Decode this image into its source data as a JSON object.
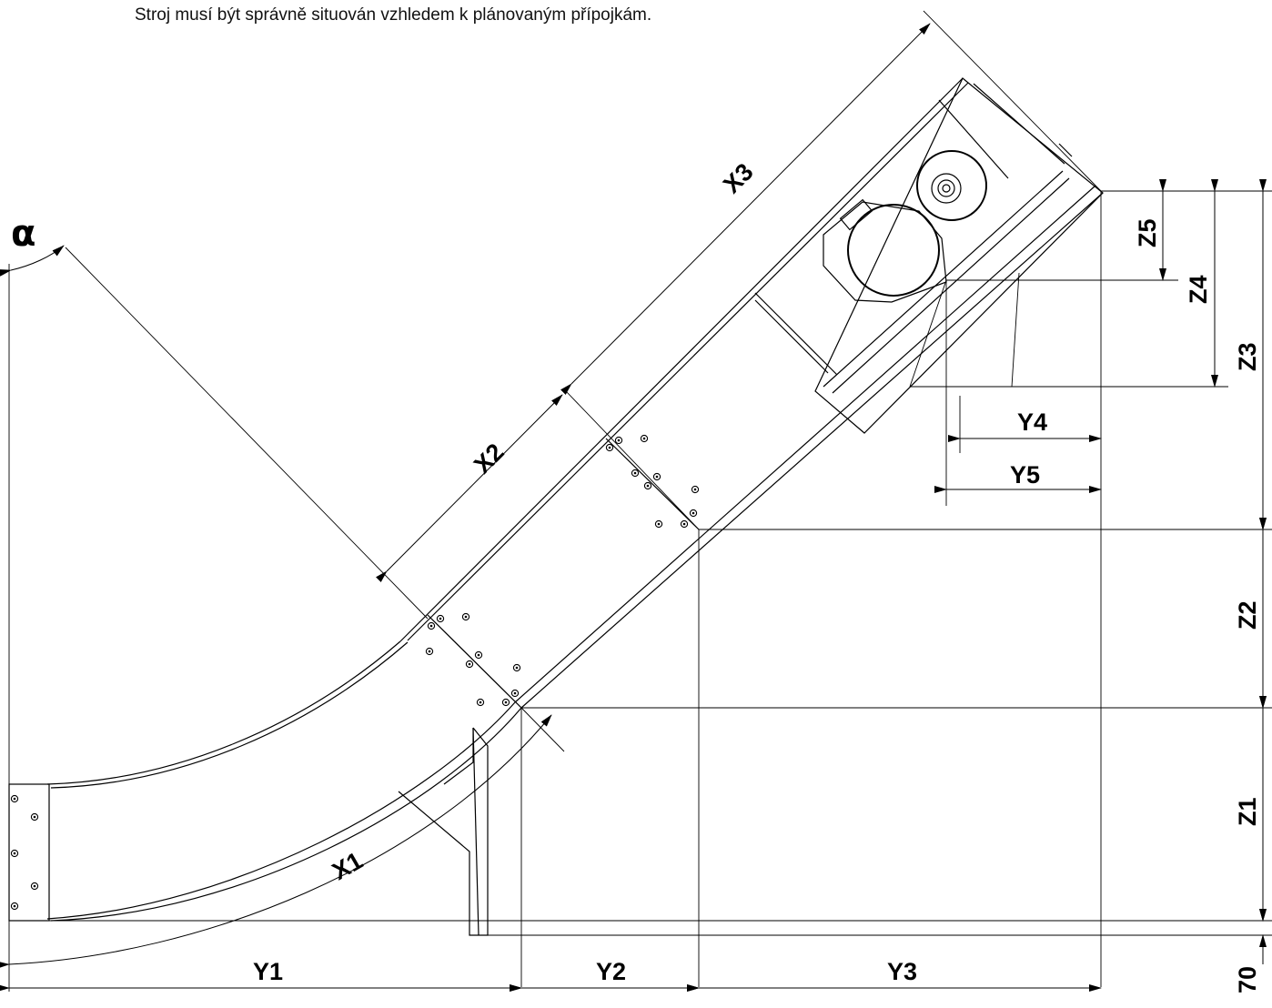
{
  "caption": "Stroj musí být správně situován vzhledem k plánovaným přípojkám.",
  "labels": {
    "alpha": "α",
    "x1": "X1",
    "x2": "X2",
    "x3": "X3",
    "y1": "Y1",
    "y2": "Y2",
    "y3": "Y3",
    "y4": "Y4",
    "y5": "Y5",
    "z1": "Z1",
    "z2": "Z2",
    "z3": "Z3",
    "z4": "Z4",
    "z5": "Z5",
    "offset": "70"
  }
}
